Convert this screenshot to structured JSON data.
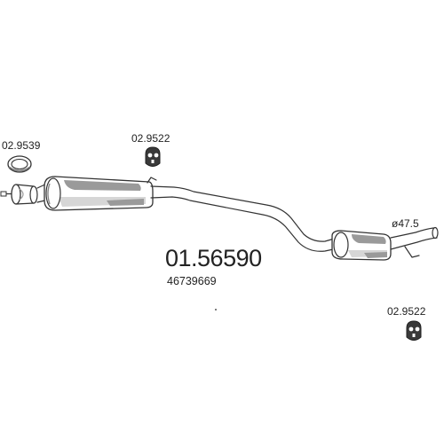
{
  "diagram": {
    "part_number": "01.56590",
    "oem_number": "46739669",
    "diameter_label": "ø47.5",
    "components": [
      {
        "id": "ring",
        "code": "02.9539"
      },
      {
        "id": "hanger-top",
        "code": "02.9522"
      },
      {
        "id": "hanger-right",
        "code": "02.9522"
      }
    ]
  }
}
